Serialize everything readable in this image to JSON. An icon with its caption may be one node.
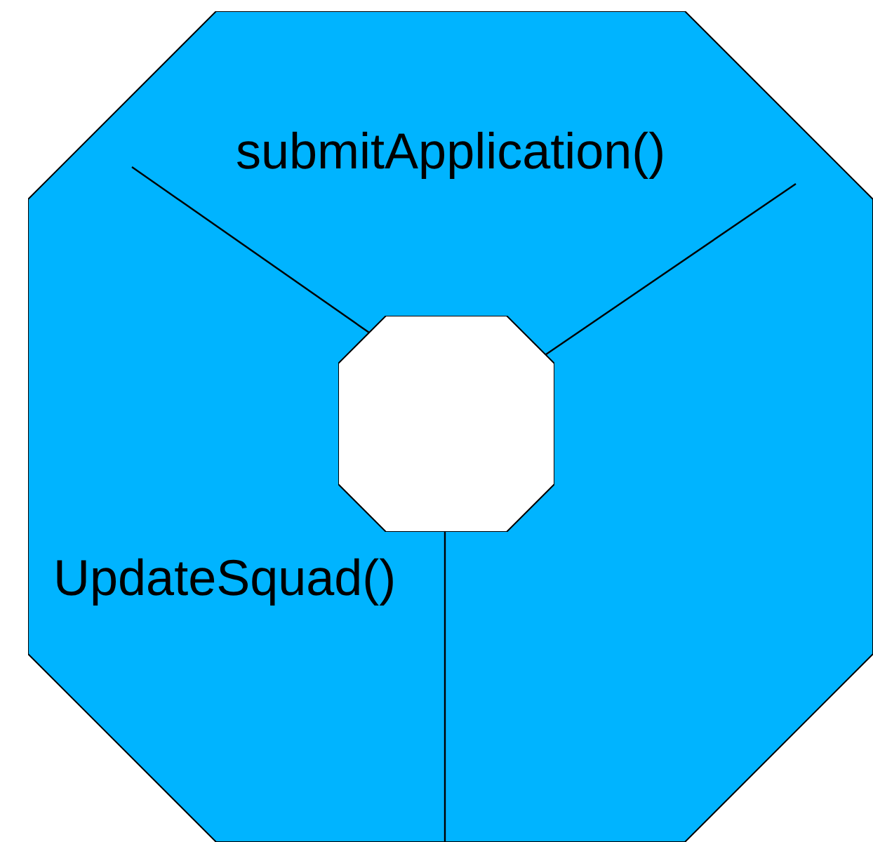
{
  "diagram": {
    "nodes": [
      {
        "text": [],
        "shape": "octagon"
      },
      {
        "text": [],
        "shape": "octagon",
        "in": 0
      }
    ],
    "labels": [
      "submitApplication()",
      "UpdateSquad()"
    ]
  }
}
